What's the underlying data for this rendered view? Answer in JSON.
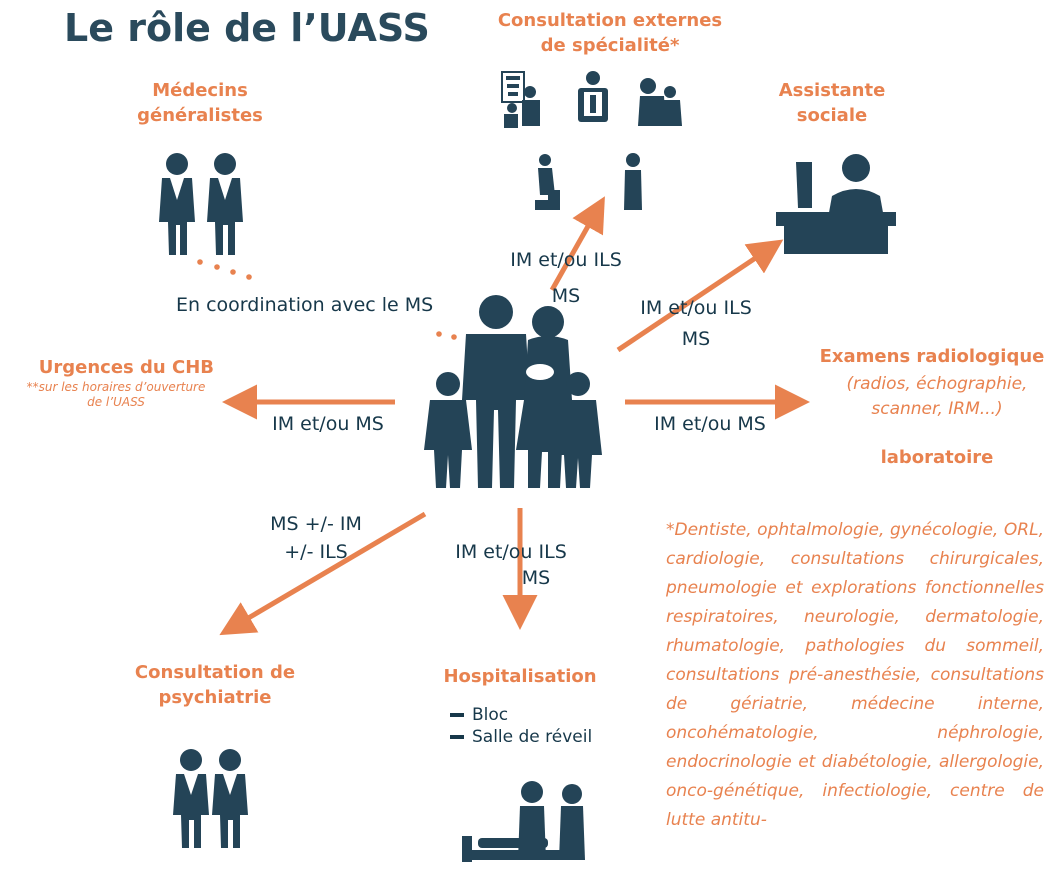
{
  "title": "Le rôle de l’UASS",
  "nodes": {
    "consultation_externes": "Consultation externes\nde spécialité*",
    "medecins": "Médecins\ngénéralistes",
    "assistante": "Assistante\nsociale",
    "urgences": "Urgences du CHB",
    "urgences_note": "**sur les horaires d’ouverture\nde l’UASS",
    "examens_title": "Examens radiologique",
    "examens_detail": "(radios, échographie,\nscanner, IRM...)",
    "examens_comma": ",",
    "laboratoire": "laboratoire",
    "psychiatrie": "Consultation de\npsychiatrie",
    "hospitalisation": "Hospitalisation",
    "hospitalisation_items": [
      "Bloc",
      "Salle de réveil"
    ]
  },
  "edges": {
    "top_line1": "IM et/ou ILS",
    "top_line2": "MS",
    "assistante_line1": "IM et/ou ILS",
    "assistante_line2": "MS",
    "coordination": "En coordination avec le MS",
    "urgences": "IM et/ou MS",
    "examens": "IM et/ou MS",
    "psych_line1": "MS +/- IM",
    "psych_line2": "+/- ILS",
    "hosp_line1": "IM et/ou ILS",
    "hosp_line2": "MS"
  },
  "footnote": "*Dentiste, ophtalmologie, gynécologie, ORL, cardiologie, consultations chirurgicales, pneumologie et explorations fonctionnelles respiratoires, neurologie, dermatologie, rhumatologie, pathologies du sommeil, consultations pré-anesthésie, consultations de gériatrie, médecine interne, oncohématologie, néphrologie, endocrinologie et diabétologie, allergologie, onco-génétique, infectiologie, centre de lutte antitu-",
  "colors": {
    "orange": "#e8824f",
    "navy": "#17384a",
    "title": "#2a4a5c"
  },
  "icons": [
    "family-icon",
    "doctors-icon",
    "specialist-icons",
    "receptionist-icon",
    "psychiatrists-icon",
    "hospital-bed-icon"
  ]
}
